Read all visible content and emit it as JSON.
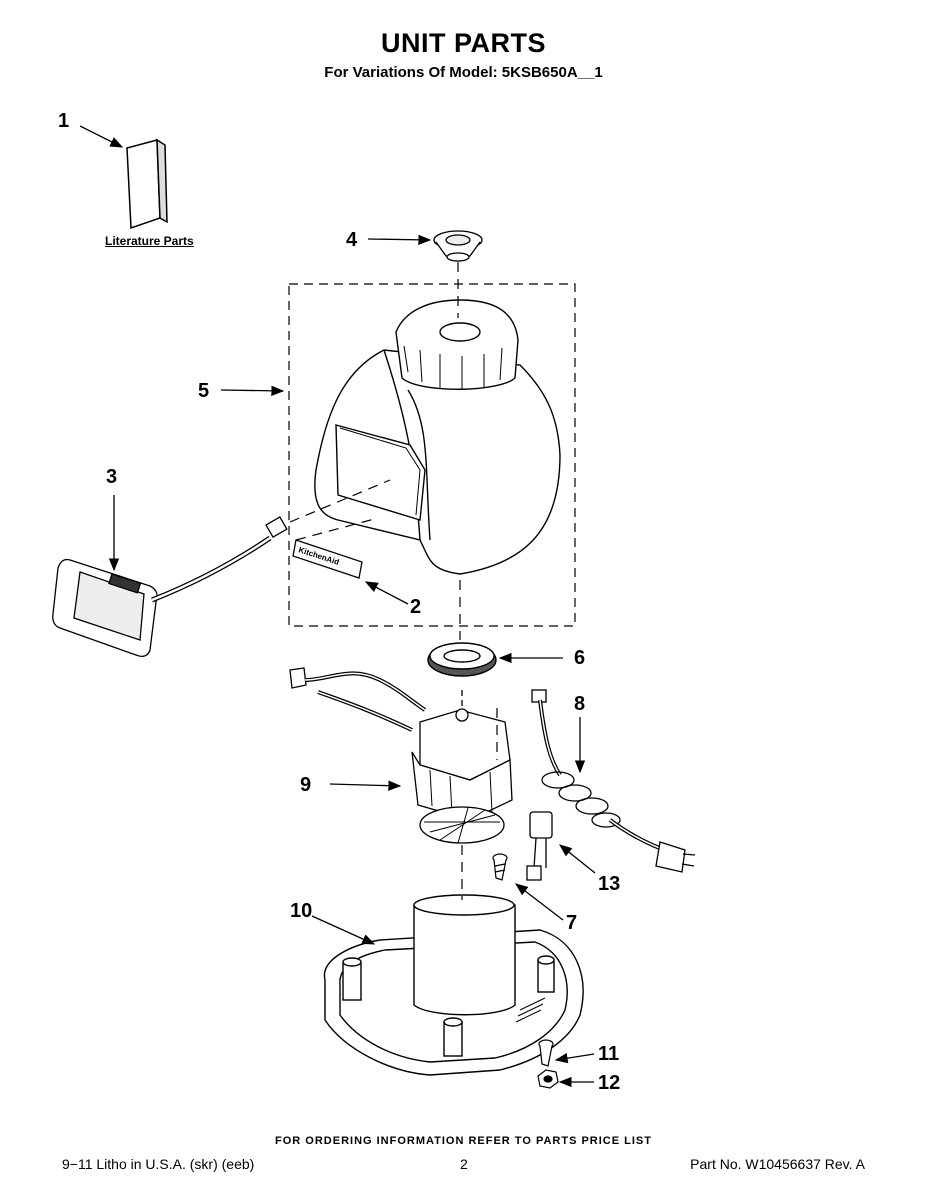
{
  "header": {
    "title": "UNIT PARTS",
    "subtitle": "For Variations Of Model: 5KSB650A__1"
  },
  "literature_label": "Literature Parts",
  "callouts": [
    {
      "num": "1",
      "part": "literature"
    },
    {
      "num": "2",
      "part": "badge"
    },
    {
      "num": "3",
      "part": "control-panel"
    },
    {
      "num": "4",
      "part": "coupler"
    },
    {
      "num": "5",
      "part": "housing"
    },
    {
      "num": "6",
      "part": "pad-ring"
    },
    {
      "num": "7",
      "part": "screw"
    },
    {
      "num": "8",
      "part": "power-cord"
    },
    {
      "num": "9",
      "part": "motor"
    },
    {
      "num": "10",
      "part": "base"
    },
    {
      "num": "11",
      "part": "screw"
    },
    {
      "num": "12",
      "part": "nut"
    },
    {
      "num": "13",
      "part": "connector"
    }
  ],
  "badge_text": "KitchenAid",
  "footer": {
    "ordering_note": "FOR ORDERING INFORMATION REFER TO PARTS PRICE LIST",
    "left": "9−11 Litho in U.S.A. (skr) (eeb)",
    "center": "2",
    "right": "Part No. W10456637 Rev. A"
  },
  "colors": {
    "line": "#000000",
    "background": "#ffffff",
    "shade": "#d9d9d9"
  }
}
